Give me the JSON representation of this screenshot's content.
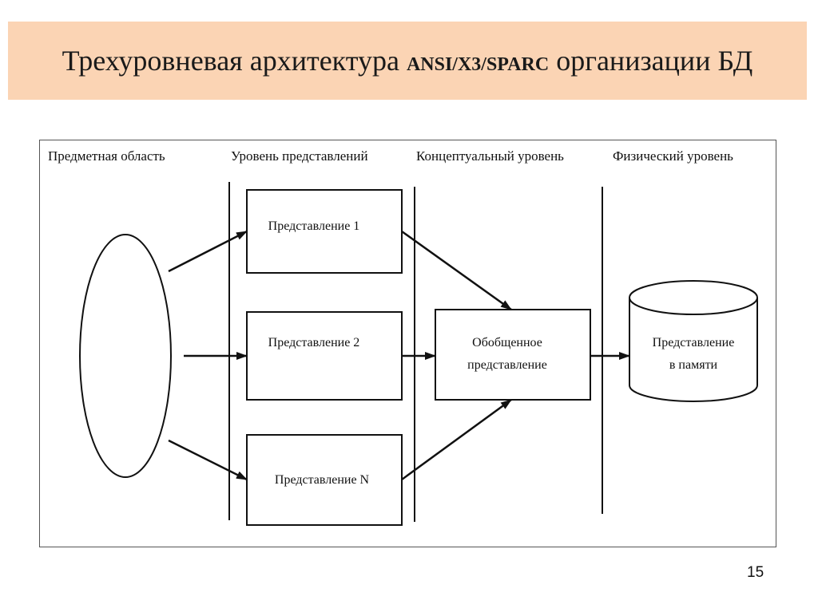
{
  "title": {
    "part1": "Трехуровневая архитектура ",
    "part2": "ANSI/X3/SPARC",
    "part3": " организации БД"
  },
  "levels": {
    "subject_area": "Предметная область",
    "views": "Уровень представлений",
    "conceptual": "Концептуальный уровень",
    "physical": "Физический уровень"
  },
  "nodes": {
    "view1": "Представление 1",
    "view2": "Представление 2",
    "viewN": "Представление N",
    "generalized_line1": "Обобщенное",
    "generalized_line2": "представление",
    "memory_line1": "Представление",
    "memory_line2": "в памяти"
  },
  "page_number": "15"
}
